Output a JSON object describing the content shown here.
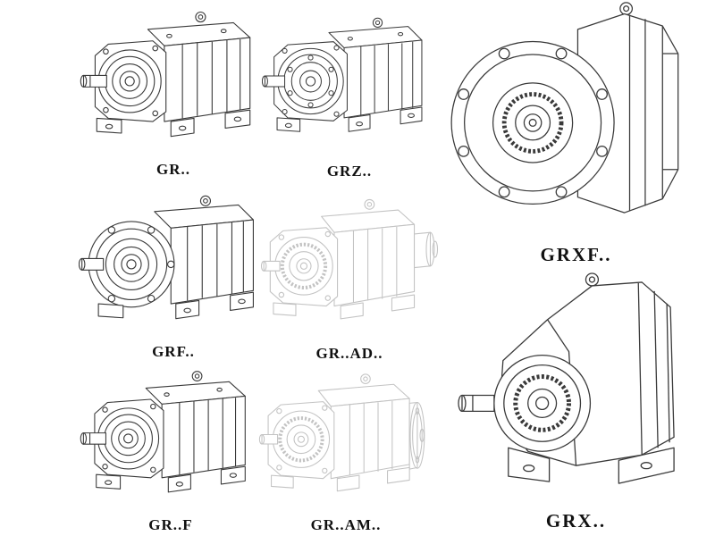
{
  "page": {
    "background": "#ffffff",
    "line_color": "#3a3a3a",
    "ghost_line_color": "#c3c3c3",
    "label_color": "#111111"
  },
  "figures": [
    {
      "label": "GR..",
      "drawing": "foot-mounted-helical-gear-unit",
      "style": "solid"
    },
    {
      "label": "GRZ..",
      "drawing": "foot-mounted-gear-unit-bolted-face",
      "style": "solid"
    },
    {
      "label": "GRXF..",
      "drawing": "large-flange-mounted-gear-unit",
      "style": "solid"
    },
    {
      "label": "GRF..",
      "drawing": "flange-mounted-helical-gear-unit",
      "style": "solid"
    },
    {
      "label": "GR..AD..",
      "drawing": "gear-unit-with-input-shaft-adapter",
      "style": "ghost"
    },
    {
      "label": "GR..F",
      "drawing": "foot-mounted-helical-gear-unit",
      "style": "solid"
    },
    {
      "label": "GR..AM..",
      "drawing": "gear-unit-with-motor-adapter-flange",
      "style": "ghost"
    },
    {
      "label": "GRX..",
      "drawing": "large-foot-mounted-helical-gear-unit",
      "style": "solid"
    }
  ]
}
